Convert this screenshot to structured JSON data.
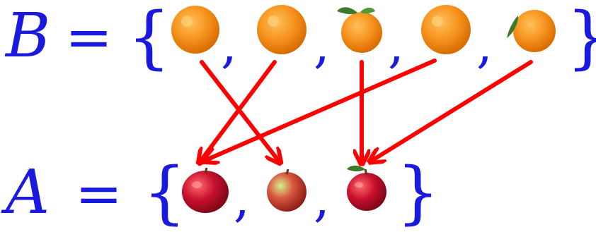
{
  "sets": {
    "top": {
      "name": "B",
      "equals": "=",
      "open_brace": "{",
      "close_brace": "}",
      "separator": ",",
      "elements": [
        "orange",
        "orange",
        "orange",
        "orange",
        "orange"
      ]
    },
    "bottom": {
      "name": "A",
      "equals": "=",
      "open_brace": "{",
      "close_brace": "}",
      "separator": ",",
      "elements": [
        "apple",
        "apple",
        "apple"
      ]
    }
  },
  "mapping": [
    {
      "from": 1,
      "to": 2
    },
    {
      "from": 2,
      "to": 1
    },
    {
      "from": 3,
      "to": 3
    },
    {
      "from": 4,
      "to": 1
    },
    {
      "from": 5,
      "to": 3
    }
  ],
  "colors": {
    "math_text": "#1a1adf",
    "arrow": "#ff0000",
    "orange_fill": "#f7931e",
    "apple_fill": "#c8102e"
  }
}
